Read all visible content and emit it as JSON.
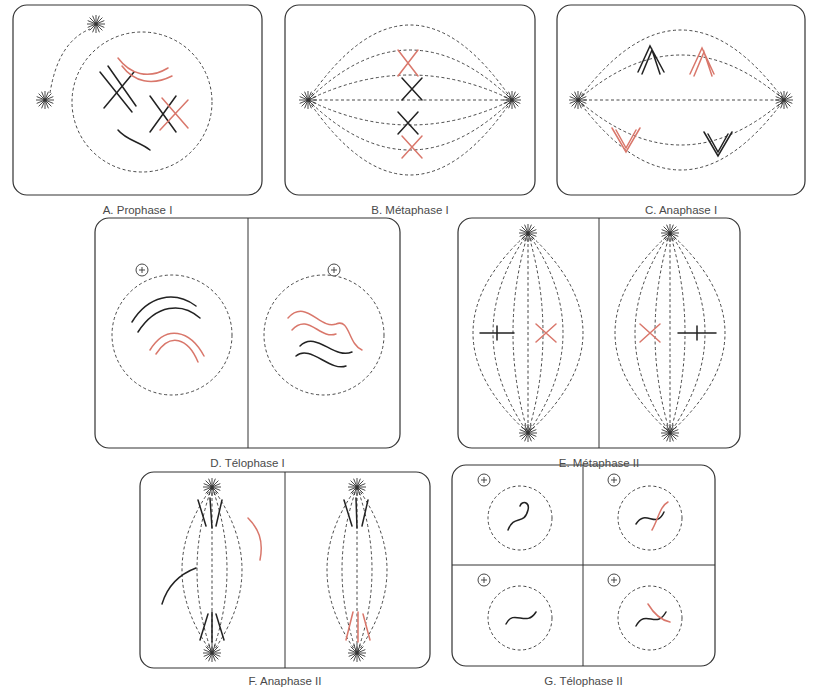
{
  "diagram": {
    "nodes": [
      {
        "text": [
          "A. Prophase I"
        ]
      },
      {
        "text": [
          "B. Métaphase I"
        ]
      },
      {
        "text": [
          "C. Anaphase I"
        ]
      },
      {
        "text": [
          "D. Télophase I"
        ]
      },
      {
        "text": [
          "E. Métaphase II"
        ]
      },
      {
        "text": [
          "F. Anaphase II"
        ]
      },
      {
        "text": [
          "G. Télophase II"
        ]
      }
    ]
  }
}
